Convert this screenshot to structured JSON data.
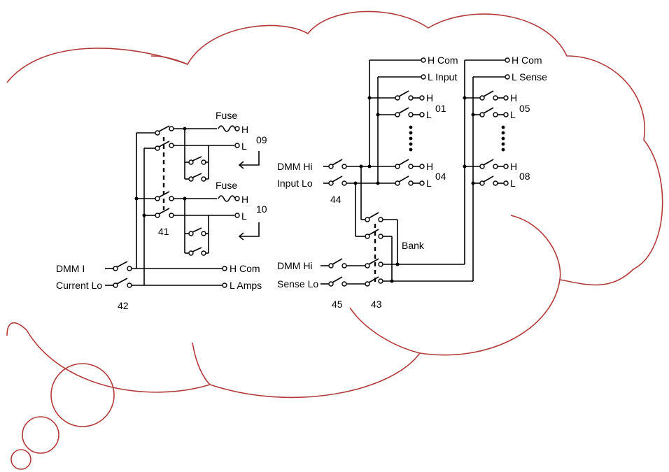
{
  "diagram": {
    "labels": {
      "fuse_1": "Fuse",
      "fuse_2": "Fuse",
      "ch_09": "09",
      "ch_10": "10",
      "ch_41": "41",
      "ch_42": "42",
      "ch_43": "43",
      "ch_44": "44",
      "ch_45": "45",
      "ch_01": "01",
      "ch_04": "04",
      "ch_05": "05",
      "ch_08": "08",
      "h1": "H",
      "l1": "L",
      "h2": "H",
      "l2": "L",
      "dmm_i": "DMM   I",
      "current_lo": "Current Lo",
      "h_com_amps": "H Com",
      "l_amps": "L  Amps",
      "dmm_hi_input": "DMM Hi",
      "input_lo": "Input Lo",
      "dmm_hi_sense": "DMM Hi",
      "sense_lo": "Sense Lo",
      "bank": "Bank",
      "h_com_input": "H Com",
      "l_input": "L  Input",
      "h_com_sense": "H Com",
      "l_sense": "L  Sense",
      "h_01": "H",
      "l_01": "L",
      "h_04": "H",
      "l_04": "L",
      "h_05": "H",
      "l_05": "L",
      "h_08": "H",
      "l_08": "L"
    }
  }
}
